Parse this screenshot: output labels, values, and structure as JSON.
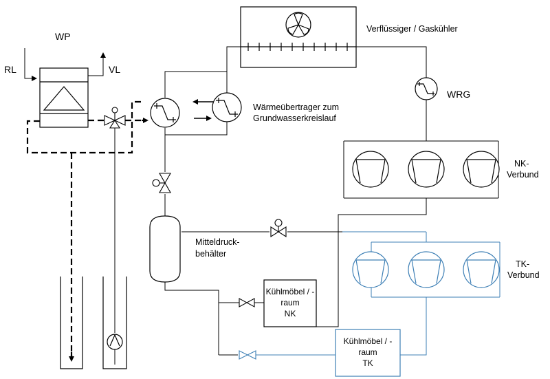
{
  "labels": {
    "wp": "WP",
    "rl": "RL",
    "vl": "VL",
    "condenser": "Verflüssiger / Gaskühler",
    "hx_line1": "Wärmeübertrager zum",
    "hx_line2": "Grundwasserkreislauf",
    "wrg": "WRG",
    "nk_line1": "NK-",
    "nk_line2": "Verbund",
    "tk_line1": "TK-",
    "tk_line2": "Verbund",
    "receiver_line1": "Mitteldruck-",
    "receiver_line2": "behälter",
    "nk_box_line1": "Kühlmöbel / -",
    "nk_box_line2": "raum",
    "nk_box_line3": "NK",
    "tk_box_line1": "Kühlmöbel / -",
    "tk_box_line2": "raum",
    "tk_box_line3": "TK"
  },
  "colors": {
    "line": "#000000",
    "tk_circuit": "#3d7fb5",
    "background": "#ffffff"
  }
}
